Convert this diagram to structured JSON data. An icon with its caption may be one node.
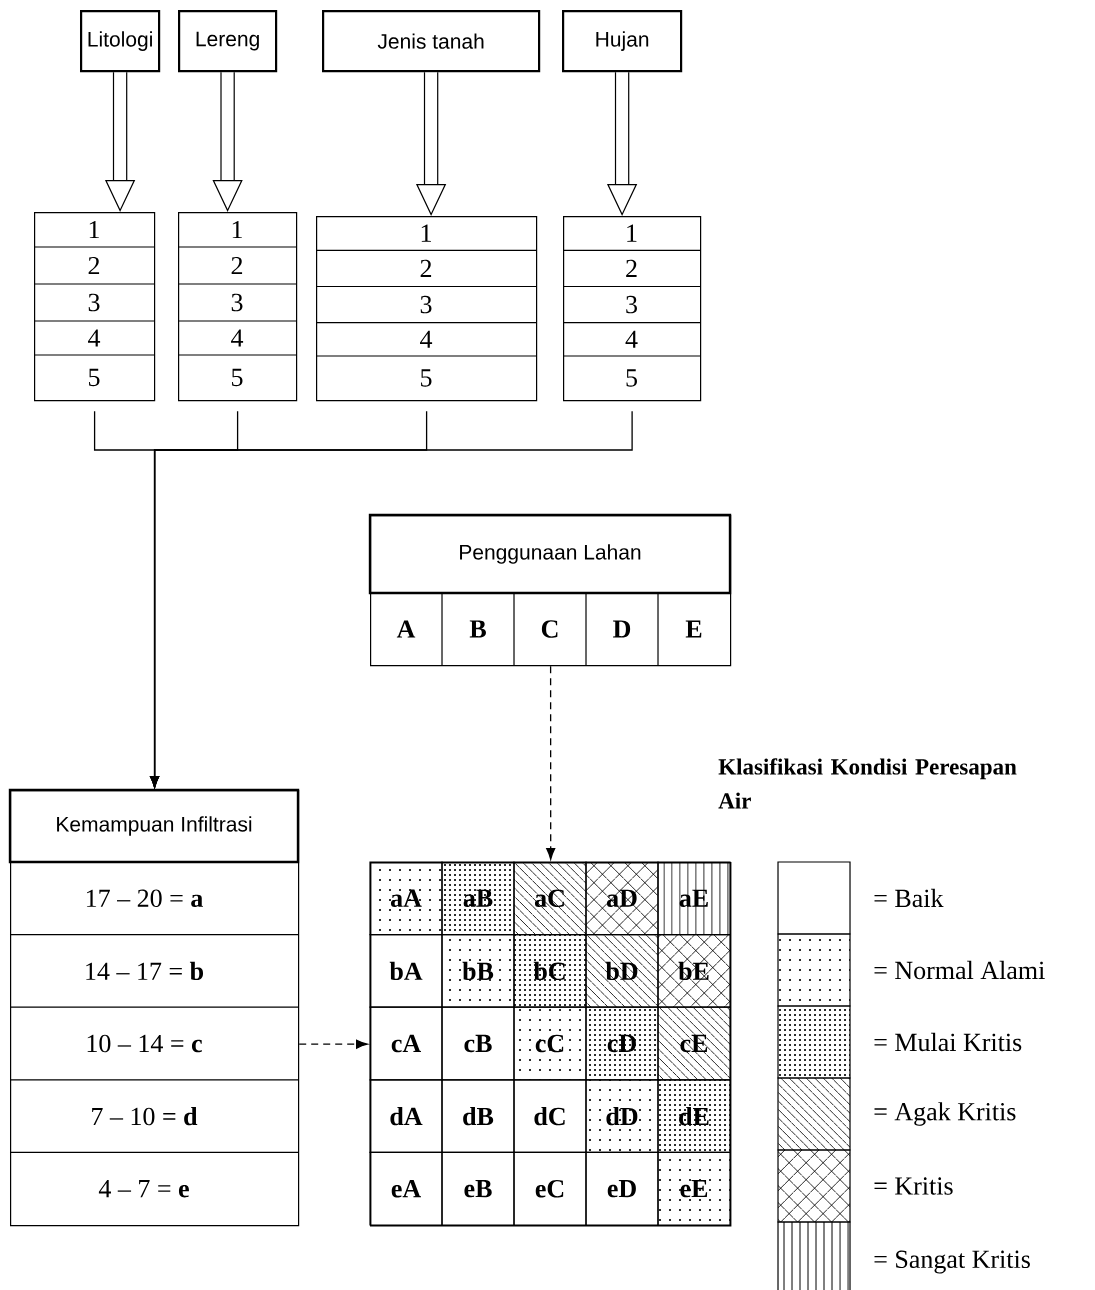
{
  "diagram": {
    "nodes": [
      {
        "text": [
          "Litologi"
        ]
      },
      {
        "text": [
          "Lereng"
        ]
      },
      {
        "text": [
          "Jenis tanah"
        ]
      },
      {
        "text": [
          "Hujan"
        ]
      },
      {
        "text": [
          "1",
          "2",
          "3",
          "4",
          "5"
        ]
      },
      {
        "text": [
          "1",
          "2",
          "3",
          "4",
          "5"
        ]
      },
      {
        "text": [
          "1",
          "2",
          "3",
          "4",
          "5"
        ]
      },
      {
        "text": [
          "1",
          "2",
          "3",
          "4",
          "5"
        ]
      },
      {
        "text": [
          "Penggunaan Lahan",
          "A",
          "B",
          "C",
          "D",
          "E"
        ]
      },
      {
        "text": [
          "Kemampuan Infiltrasi",
          "17 – 20 = **a**",
          "14 – 17 = **b**",
          "10 – 14 = **c**",
          "7 – 10 = **d**",
          "4  – 7 = **e**"
        ]
      },
      {
        "text": [
          "aA",
          "aB",
          "aC",
          "aD",
          "aE",
          "bA",
          "bB",
          "bC",
          "bD",
          "bE",
          "cA",
          "cB",
          "cC",
          "cD",
          "cE",
          "dA",
          "dB",
          "dC",
          "dD",
          "dE",
          "eA",
          "eB",
          "eC",
          "eD",
          "eE"
        ]
      }
    ],
    "edges": [
      {
        "from": 0,
        "to": 4,
        "arrow": "to",
        "style": "thick"
      },
      {
        "from": 1,
        "to": 5,
        "arrow": "to",
        "style": "thick"
      },
      {
        "from": 2,
        "to": 6,
        "arrow": "to",
        "style": "thick"
      },
      {
        "from": 3,
        "to": 7,
        "arrow": "to",
        "style": "thick"
      },
      {
        "from": 4,
        "to": 9,
        "arrow": "to"
      },
      {
        "from": 5,
        "to": 9,
        "arrow": "to"
      },
      {
        "from": 6,
        "to": 9,
        "arrow": "to"
      },
      {
        "from": 7,
        "to": 9,
        "arrow": "to"
      },
      {
        "from": 8,
        "to": 10,
        "arrow": "to",
        "style": "dashed"
      },
      {
        "from": 9,
        "to": 10,
        "arrow": "to",
        "style": "dashed"
      }
    ],
    "labels": [
      "Klasifikasi Kondisi Peresapan Air"
    ],
    "legend": [
      {
        "text": "= Baik"
      },
      {
        "text": "= Normal Alami"
      },
      {
        "text": "= Mulai Kritis"
      },
      {
        "text": "= Agak Kritis"
      },
      {
        "text": "= Kritis"
      },
      {
        "text": "= Sangat Kritis"
      }
    ]
  }
}
